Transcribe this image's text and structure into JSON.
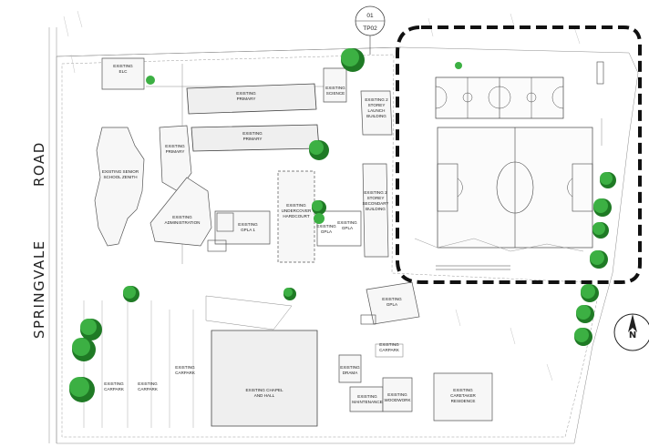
{
  "road": {
    "line1": "ROAD",
    "line2": "SPRINGVALE"
  },
  "tag": {
    "number": "01",
    "code": "TP02"
  },
  "north": {
    "letter": "N"
  },
  "buildings": {
    "elc": [
      "EXISTING",
      "ELC"
    ],
    "primary_top": [
      "EXISTING",
      "PRIMARY"
    ],
    "primary_mid": [
      "EXISTING",
      "PRIMARY"
    ],
    "primary_left": [
      "EXISTING",
      "PRIMARY"
    ],
    "science": [
      "EXISTING",
      "SCIENCE"
    ],
    "launch": [
      "EXISTING 2",
      "STOREY",
      "LAUNCH",
      "BUILDING"
    ],
    "senior": [
      "EXISTING SENIOR",
      "SCHOOL ZENITH"
    ],
    "admin": [
      "EXISTING",
      "ADMINISTRATION"
    ],
    "gpla1": [
      "EXISTING",
      "GPLA 1"
    ],
    "hardcourt": [
      "EXISTING",
      "UNDERCOVER",
      "HARDCOURT"
    ],
    "gpla_a": [
      "EXISTING",
      "GPLA"
    ],
    "gpla_b": [
      "EXISTING",
      "GPLA"
    ],
    "secondary": [
      "EXISTING 2",
      "STOREY",
      "SECONDARY",
      "BUILDING"
    ],
    "gpla_c": [
      "EXISTING",
      "GPLA"
    ],
    "chapel": [
      "EXISTING CHAPEL",
      "AND HALL"
    ],
    "drama": [
      "EXISTING",
      "DRAMA"
    ],
    "maintenance": [
      "EXISTING",
      "MAINTENANCE"
    ],
    "woodwork": [
      "EXISTING",
      "WOODWORK"
    ],
    "caretaker": [
      "EXISTING",
      "CARETAKER",
      "RESIDENCE"
    ],
    "carpark1": [
      "EXISTING",
      "CARPARK"
    ],
    "carpark2": [
      "EXISTING",
      "CARPARK"
    ],
    "carpark3": [
      "EXISTING",
      "CARPARK"
    ],
    "carpark4": [
      "EXISTING",
      "CARPARK"
    ]
  },
  "colors": {
    "tree": "#3cb043",
    "tree_dark": "#1f7a25",
    "boundary": "#111111"
  }
}
